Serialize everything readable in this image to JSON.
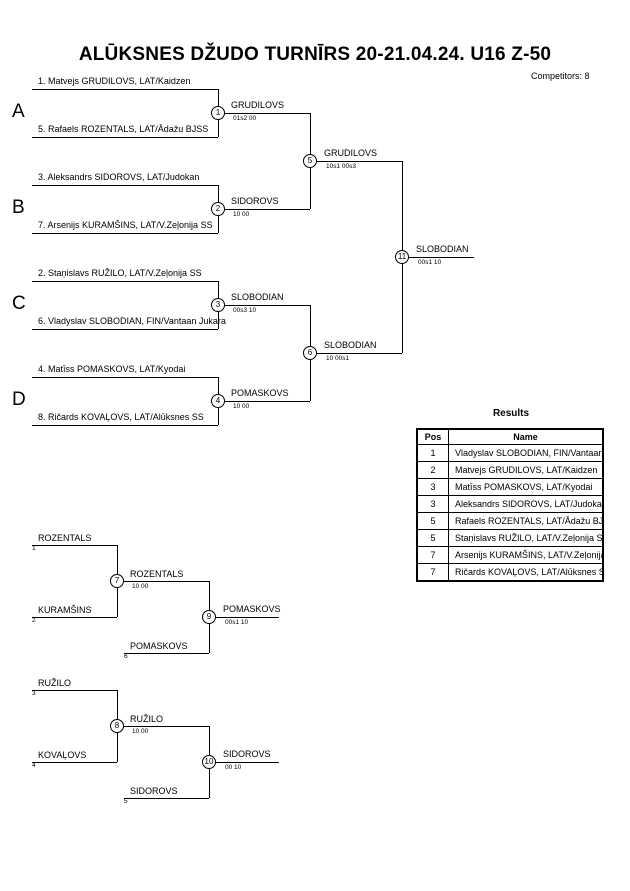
{
  "header": {
    "title": "ALŪKSNES DŽUDO TURNĪRS  20-21.04.24.     U16 Z-50",
    "competitors": "Competitors: 8"
  },
  "pools": [
    "A",
    "B",
    "C",
    "D"
  ],
  "entries": [
    "1. Matvejs GRUDILOVS, LAT/Kaidzen",
    "5. Rafaels ROZENTALS, LAT/Ādažu BJSS",
    "3. Aleksandrs SIDOROVS, LAT/Judokan",
    "7. Arsenijs KURAMŠINS, LAT/V.Zeļonija SS",
    "2. Staņislavs RUŽILO, LAT/V.Zeļonija SS",
    "6. Vladyslav SLOBODIAN, FIN/Vantaan Jukara",
    "4. Matīss POMASKOVS, LAT/Kyodai",
    "8. Ričards KOVAĻOVS, LAT/Alūksnes SS"
  ],
  "main_bracket": [
    {
      "no": "1",
      "winner": "GRUDILOVS",
      "score": "01s2   00"
    },
    {
      "no": "2",
      "winner": "SIDOROVS",
      "score": "10   00"
    },
    {
      "no": "3",
      "winner": "SLOBODIAN",
      "score": "00s3   10"
    },
    {
      "no": "4",
      "winner": "POMASKOVS",
      "score": "10   00"
    },
    {
      "no": "5",
      "winner": "GRUDILOVS",
      "score": "10s1   00s3"
    },
    {
      "no": "6",
      "winner": "SLOBODIAN",
      "score": "10   00s1"
    },
    {
      "no": "11",
      "winner": "SLOBODIAN",
      "score": "00s1   10"
    }
  ],
  "repechage": {
    "r1": [
      {
        "name": "ROZENTALS",
        "sub": "1"
      },
      {
        "name": "KURAMŠINS",
        "sub": "2"
      },
      {
        "name": "POMASKOVS",
        "sub": "6"
      },
      {
        "name": "RUŽILO",
        "sub": "3"
      },
      {
        "name": "KOVAĻOVS",
        "sub": "4"
      },
      {
        "name": "SIDOROVS",
        "sub": "5"
      }
    ],
    "matches": [
      {
        "no": "7",
        "winner": "ROZENTALS",
        "score": "10   00"
      },
      {
        "no": "9",
        "winner": "POMASKOVS",
        "score": "00s1   10"
      },
      {
        "no": "8",
        "winner": "RUŽILO",
        "score": "10   00"
      },
      {
        "no": "10",
        "winner": "SIDOROVS",
        "score": "00   10"
      }
    ]
  },
  "results": {
    "title": "Results",
    "col_pos": "Pos",
    "col_name": "Name",
    "rows": [
      {
        "pos": "1",
        "name": "Vladyslav SLOBODIAN, FIN/Vantaan Jukara"
      },
      {
        "pos": "2",
        "name": "Matvejs GRUDILOVS, LAT/Kaidzen"
      },
      {
        "pos": "3",
        "name": "Matīss POMASKOVS, LAT/Kyodai"
      },
      {
        "pos": "3",
        "name": "Aleksandrs SIDOROVS, LAT/Judokan"
      },
      {
        "pos": "5",
        "name": "Rafaels ROZENTALS, LAT/Ādažu BJSS"
      },
      {
        "pos": "5",
        "name": "Staņislavs RUŽILO, LAT/V.Zeļonija SS"
      },
      {
        "pos": "7",
        "name": "Arsenijs KURAMŠINS, LAT/V.Zeļonija SS"
      },
      {
        "pos": "7",
        "name": "Ričards KOVAĻOVS, LAT/Alūksnes SS"
      }
    ]
  }
}
